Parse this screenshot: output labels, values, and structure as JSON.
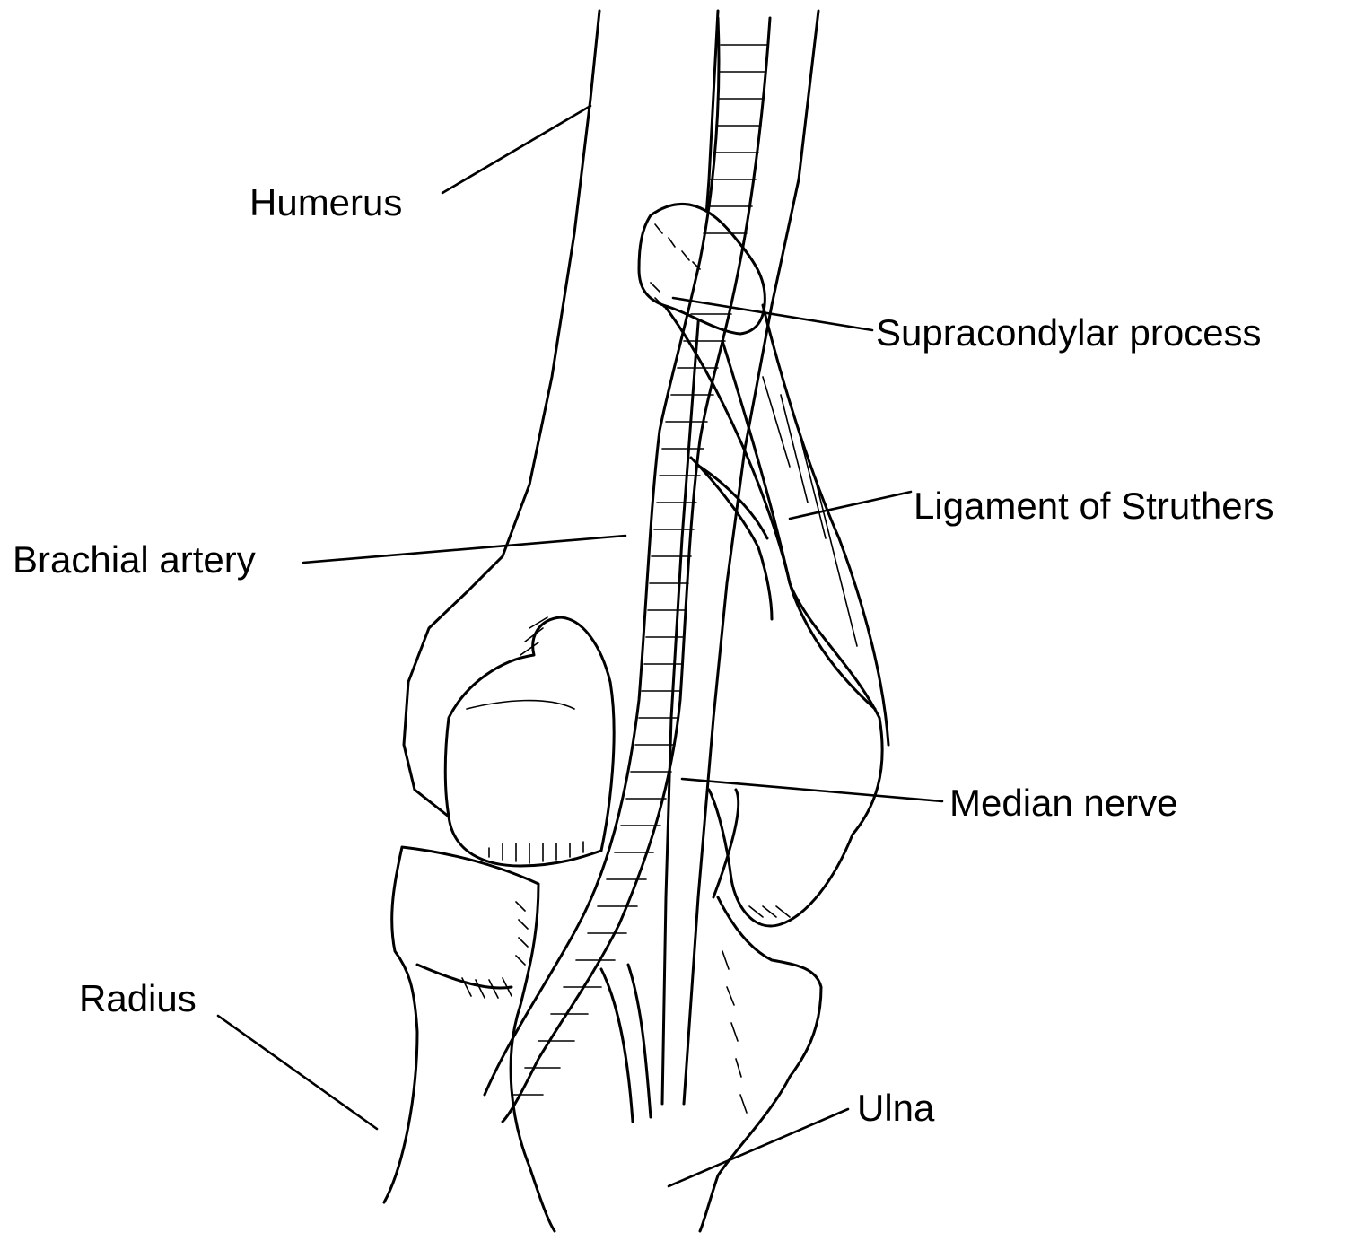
{
  "labels": {
    "humerus": "Humerus",
    "supracondylar_process": "Supracondylar process",
    "ligament_of_struthers": "Ligament of Struthers",
    "brachial_artery": "Brachial artery",
    "median_nerve": "Median nerve",
    "radius": "Radius",
    "ulna": "Ulna"
  },
  "colors": {
    "ink": "#000000",
    "background": "#ffffff"
  }
}
